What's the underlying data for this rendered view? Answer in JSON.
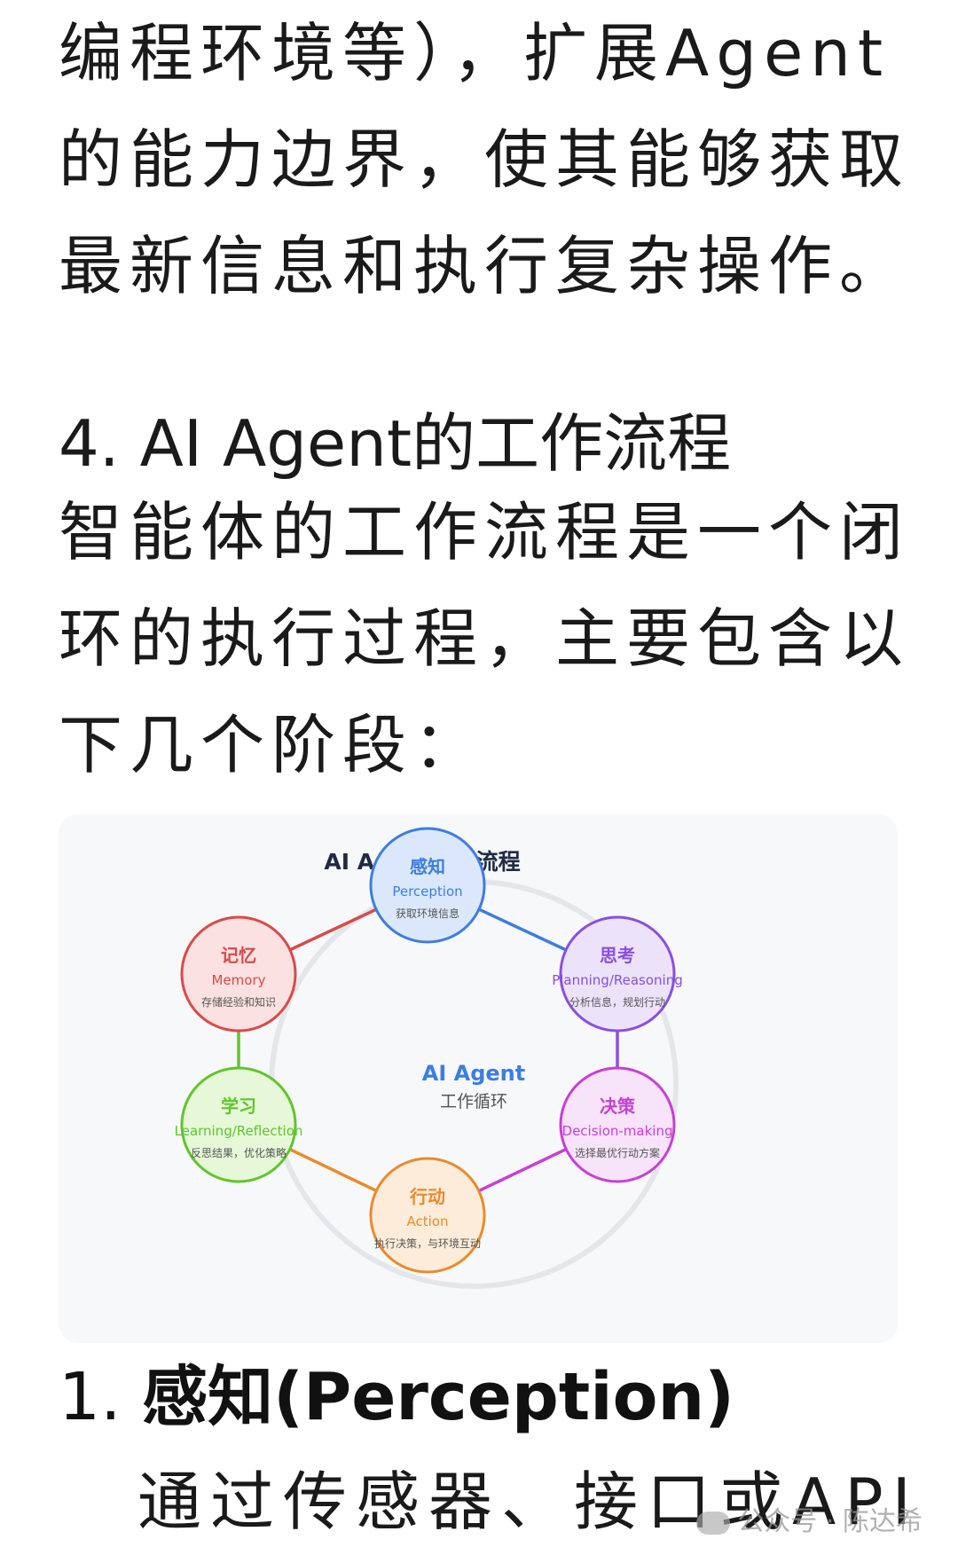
{
  "paragraph_top": {
    "lines": [
      "编程环境等），扩展Agent",
      "的能力边界，使其能够获取",
      "最新信息和执行复杂操作。"
    ]
  },
  "section": {
    "heading": "4. AI Agent的工作流程",
    "lines": [
      "智能体的工作流程是一个闭",
      "环的执行过程，主要包含以",
      "下几个阶段："
    ]
  },
  "diagram": {
    "title": "AI Agent工作流程",
    "center": {
      "title": "AI Agent",
      "subtitle": "工作循环"
    },
    "nodes": [
      {
        "zh": "感知",
        "en": "Perception",
        "desc": "获取环境信息",
        "color": "#3d7de0",
        "fill": "#dbe8fb"
      },
      {
        "zh": "思考",
        "en": "Planning/Reasoning",
        "desc": "分析信息，规划行动",
        "color": "#8a4fe0",
        "fill": "#ece3fb"
      },
      {
        "zh": "决策",
        "en": "Decision-making",
        "desc": "选择最优行动方案",
        "color": "#c73fd6",
        "fill": "#f7e3fa"
      },
      {
        "zh": "行动",
        "en": "Action",
        "desc": "执行决策，与环境互动",
        "color": "#ea8a2c",
        "fill": "#fdecd9"
      },
      {
        "zh": "学习",
        "en": "Learning/Reflection",
        "desc": "反思结果，优化策略",
        "color": "#62c42e",
        "fill": "#e6f8d8"
      },
      {
        "zh": "记忆",
        "en": "Memory",
        "desc": "存储经验和知识",
        "color": "#d94a4a",
        "fill": "#fbe1e1"
      }
    ]
  },
  "item1": {
    "number": "1.",
    "title": "感知(Perception)",
    "text": "通过传感器、接口或API"
  },
  "watermark": {
    "text": "公众号 · 陈达希"
  }
}
